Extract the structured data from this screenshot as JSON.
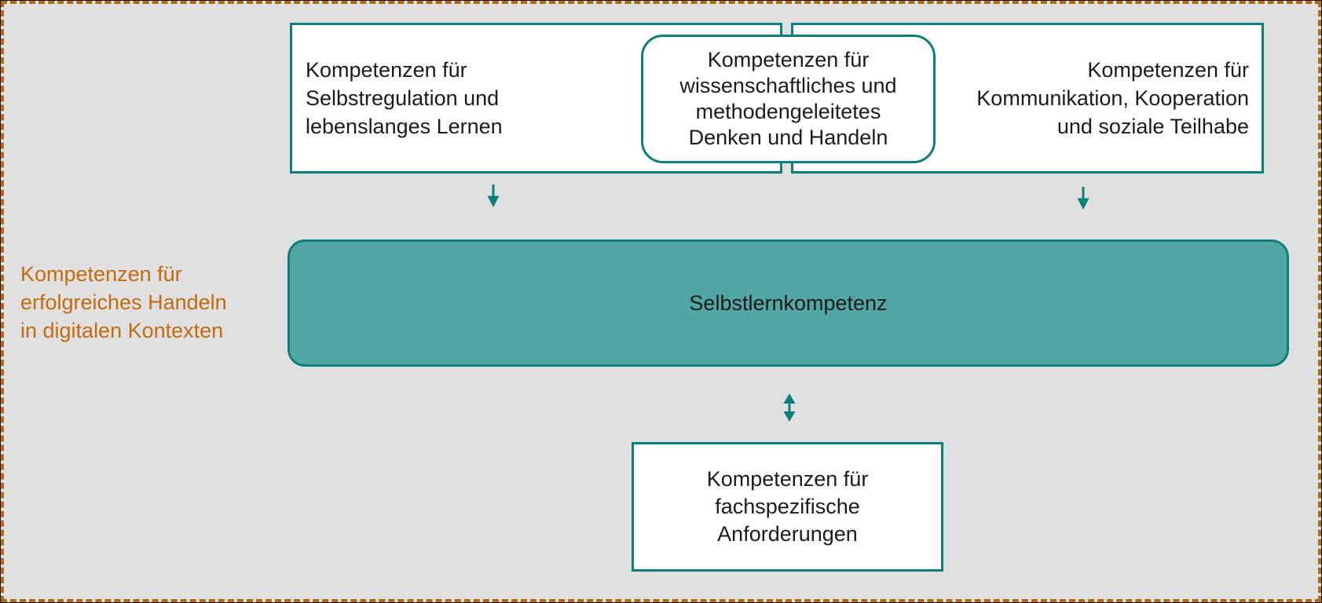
{
  "colors": {
    "bg": "#e0e0e0",
    "teal_border": "#0a807d",
    "teal_fill": "#52a6a3",
    "orange": "#c16c11",
    "orange_border": "#b3690e",
    "text": "#1c1c1c",
    "white": "#ffffff"
  },
  "side_label": {
    "lines": [
      "Kompetenzen für",
      "erfolgreiches Handeln",
      "in digitalen Kontexten"
    ]
  },
  "boxes": {
    "top_left": {
      "lines": [
        "Kompetenzen für",
        "Selbstregulation und",
        "lebenslanges Lernen"
      ]
    },
    "top_center": {
      "lines": [
        "Kompetenzen für",
        "wissenschaftliches und",
        "methodengeleitetes",
        "Denken und Handeln"
      ]
    },
    "top_right": {
      "lines": [
        "Kompetenzen für",
        "Kommunikation, Kooperation",
        "und soziale Teilhabe"
      ]
    },
    "main": {
      "label": "Selbstlernkompetenz"
    },
    "bottom": {
      "lines": [
        "Kompetenzen für",
        "fachspezifische",
        "Anforderungen"
      ]
    }
  },
  "icons": {
    "left_arrow": "down-arrow-icon",
    "right_arrow": "down-arrow-icon",
    "middle_arrow": "double-vertical-arrow-icon"
  }
}
